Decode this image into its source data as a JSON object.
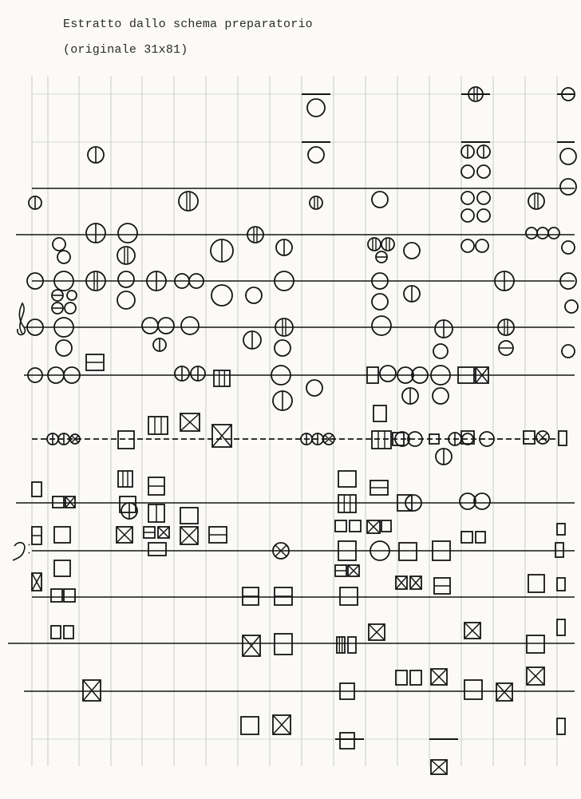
{
  "document": {
    "caption_line1": "Estratto dallo schema preparatorio",
    "caption_line2": "(originale 31x81)"
  },
  "colors": {
    "paper": "#fbfaf7",
    "ink": "#151515",
    "grid": "#c9c9c9"
  },
  "clefs": [
    "treble-clef",
    "bass-clef"
  ]
}
